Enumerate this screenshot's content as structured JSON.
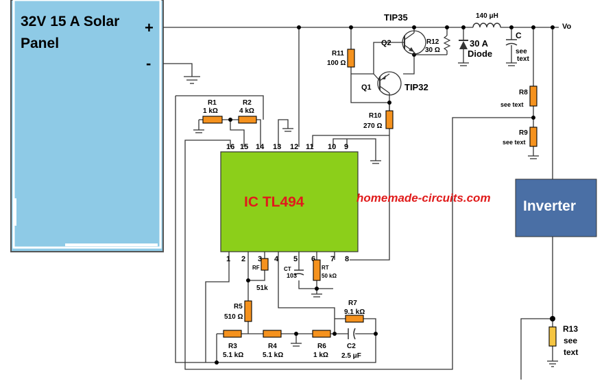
{
  "panel": {
    "title_line1": "32V 15 A Solar",
    "title_line2": "Panel",
    "plus": "+",
    "minus": "-"
  },
  "ic": {
    "name": "IC TL494",
    "pins_top": [
      "16",
      "15",
      "14",
      "13",
      "12",
      "11",
      "10",
      "9"
    ],
    "pins_bottom": [
      "1",
      "2",
      "3",
      "4",
      "5",
      "6",
      "7",
      "8"
    ]
  },
  "watermark": "homemade-circuits.com",
  "inverter": {
    "label": "Inverter"
  },
  "output": {
    "label": "Vo"
  },
  "components": {
    "q2": {
      "name": "TIP35",
      "ref": "Q2"
    },
    "q1": {
      "name": "TIP32",
      "ref": "Q1"
    },
    "r12": {
      "ref": "R12",
      "value": "30 Ω"
    },
    "diode": {
      "line1": "30 A",
      "line2": "Diode"
    },
    "inductor": {
      "value": "140 μH"
    },
    "cap_c": {
      "ref": "C",
      "note1": "see",
      "note2": "text"
    },
    "r11": {
      "ref": "R11",
      "value": "100 Ω"
    },
    "r10": {
      "ref": "R10",
      "value": "270 Ω"
    },
    "r8": {
      "ref": "R8",
      "value": "see text"
    },
    "r9": {
      "ref": "R9",
      "value": "see text"
    },
    "r1": {
      "ref": "R1",
      "value": "1 kΩ"
    },
    "r2": {
      "ref": "R2",
      "value": "4 kΩ"
    },
    "rf": {
      "ref": "RF",
      "value": "51k"
    },
    "ct": {
      "ref": "CT",
      "value": "103"
    },
    "rt": {
      "ref": "RT",
      "value": "50 kΩ"
    },
    "r5": {
      "ref": "R5",
      "value": "510 Ω"
    },
    "r7": {
      "ref": "R7",
      "value": "9.1 kΩ"
    },
    "r3": {
      "ref": "R3",
      "value": "5.1 kΩ"
    },
    "r4": {
      "ref": "R4",
      "value": "5.1 kΩ"
    },
    "r6": {
      "ref": "R6",
      "value": "1 kΩ"
    },
    "c2": {
      "ref": "C2",
      "value": "2.5 μF"
    },
    "r13": {
      "ref": "R13",
      "note1": "see",
      "note2": "text"
    }
  },
  "colors": {
    "panel": "#8ecae6",
    "ic": "#8ccf1a",
    "ic_text": "#e01b1b",
    "inverter": "#4a6fa5",
    "resistor": "#f5921e",
    "r13": "#f5c542",
    "watermark": "#e01b1b"
  }
}
